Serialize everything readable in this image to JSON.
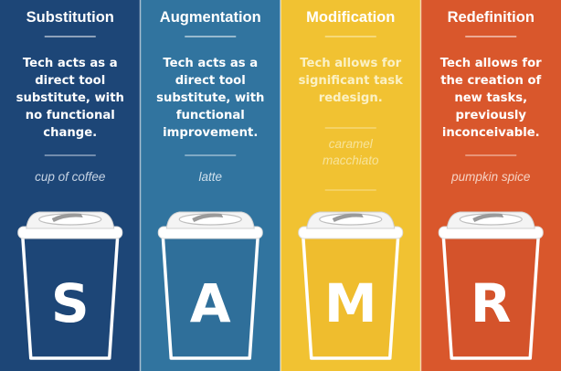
{
  "columns": [
    {
      "id": "substitution",
      "title": "Substitution",
      "description": [
        "Tech acts as a",
        "direct tool",
        "substitute, with",
        "no functional",
        "change."
      ],
      "drink": [
        "cup of coffee"
      ],
      "letter": "S",
      "colors": {
        "panel": "#1d4677",
        "title": "#ffffff",
        "text": "#ffffff",
        "drink": "#c7d4e4",
        "cup": "#1d4677"
      }
    },
    {
      "id": "augmentation",
      "title": "Augmentation",
      "description": [
        "Tech acts as a",
        "direct tool",
        "substitute, with",
        "functional",
        "improvement."
      ],
      "drink": [
        "latte"
      ],
      "letter": "A",
      "colors": {
        "panel": "#31749f",
        "title": "#ffffff",
        "text": "#ffffff",
        "drink": "#cfe0ec",
        "cup": "#2f6f9a"
      }
    },
    {
      "id": "modification",
      "title": "Modification",
      "description": [
        "Tech allows for",
        "significant task",
        "redesign."
      ],
      "drink": [
        "caramel",
        "macchiato"
      ],
      "letter": "M",
      "colors": {
        "panel": "#f1c232",
        "title": "#ffffff",
        "text": "#fbf1c4",
        "drink": "#f7e39a",
        "cup": "#efbd2e"
      }
    },
    {
      "id": "redefinition",
      "title": "Redefinition",
      "description": [
        "Tech allows for",
        "the creation of",
        "new tasks,",
        "previously",
        "inconceivable."
      ],
      "drink": [
        "pumpkin spice"
      ],
      "letter": "R",
      "colors": {
        "panel": "#d9572c",
        "title": "#ffffff",
        "text": "#ffffff",
        "drink": "#f6d2c3",
        "cup": "#d4532b"
      }
    }
  ],
  "icons": [
    "coffee-cup-icon"
  ]
}
